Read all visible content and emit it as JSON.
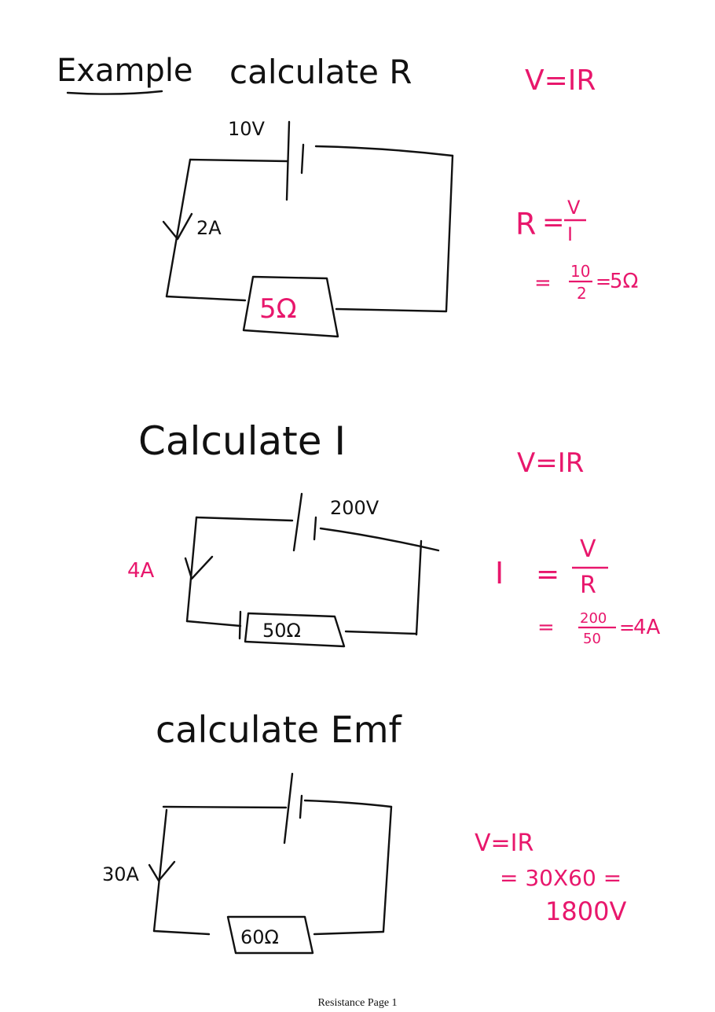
{
  "colors": {
    "ink": "#111111",
    "answer_ink": "#e8176c",
    "paper": "#ffffff"
  },
  "problems": [
    {
      "heading": "Example",
      "title": "calculate R",
      "formula": "V=IR",
      "battery_label": "10V",
      "current_label": "2A",
      "resistor_label": "5Ω",
      "working": [
        "R = V/I",
        "= 10/2 = 5Ω"
      ],
      "working_parts": {
        "lhs": "R",
        "num": "V",
        "den": "I",
        "calc_num": "10",
        "calc_den": "2",
        "result": "5Ω"
      }
    },
    {
      "title": "Calculate I",
      "formula": "V=IR",
      "battery_label": "200V",
      "current_label": "4A",
      "resistor_label": "50Ω",
      "working": [
        "I = V/R",
        "= 200/50 = 4A"
      ],
      "working_parts": {
        "lhs": "I",
        "num": "V",
        "den": "R",
        "calc_num": "200",
        "calc_den": "50",
        "result": "4A"
      }
    },
    {
      "title": "calculate Emf",
      "current_label": "30A",
      "resistor_label": "60Ω",
      "working": [
        "V=IR",
        "= 30X60 =",
        "1800V"
      ]
    }
  ],
  "footer": "Resistance Page 1"
}
